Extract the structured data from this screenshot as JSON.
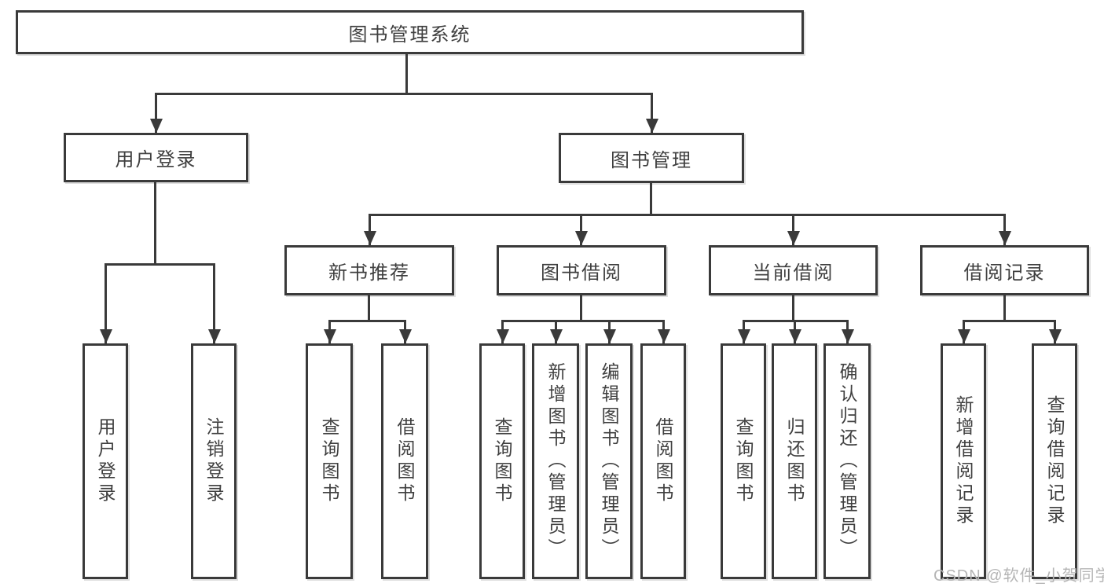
{
  "diagram": {
    "title": "图书管理系统",
    "type": "org-tree",
    "colors": {
      "line": "#3a3a3a",
      "box_border": "#3a3a3a",
      "text": "#3f3f3f",
      "background": "#ffffff",
      "watermark": "#b5b5b5"
    }
  },
  "tree": {
    "root": {
      "label": "图书管理系统",
      "children": [
        {
          "label": "用户登录",
          "children": [
            {
              "label": "用户登录"
            },
            {
              "label": "注销登录"
            }
          ]
        },
        {
          "label": "图书管理",
          "children": [
            {
              "label": "新书推荐",
              "children": [
                {
                  "label": "查询图书"
                },
                {
                  "label": "借阅图书"
                }
              ]
            },
            {
              "label": "图书借阅",
              "children": [
                {
                  "label": "查询图书"
                },
                {
                  "label": "新增图书（管理员）"
                },
                {
                  "label": "编辑图书（管理员）"
                },
                {
                  "label": "借阅图书"
                }
              ]
            },
            {
              "label": "当前借阅",
              "children": [
                {
                  "label": "查询图书"
                },
                {
                  "label": "归还图书"
                },
                {
                  "label": "确认归还（管理员）"
                }
              ]
            },
            {
              "label": "借阅记录",
              "children": [
                {
                  "label": "新增借阅记录"
                },
                {
                  "label": "查询借阅记录"
                }
              ]
            }
          ]
        }
      ]
    }
  },
  "watermark": {
    "text": "CSDN @软件_小贺同学"
  }
}
